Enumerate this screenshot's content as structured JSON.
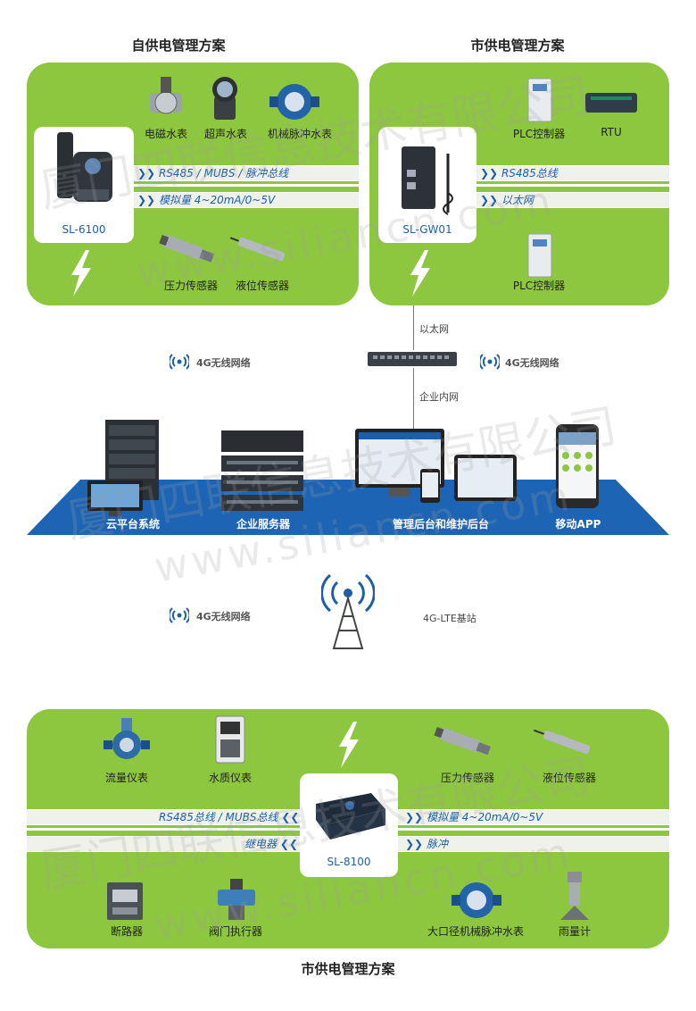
{
  "top_left": {
    "title": "自供电管理方案",
    "device": "SL-6100",
    "sensors_top": [
      "电磁水表",
      "超声水表",
      "机械脉冲水表"
    ],
    "sensors_bottom": [
      "压力传感器",
      "液位传感器"
    ],
    "bus1": "RS485 / MUBS / 脉冲总线",
    "bus2": "模拟量 4~20mA/0~5V"
  },
  "top_right": {
    "title": "市供电管理方案",
    "device": "SL-GW01",
    "devices_top": [
      "PLC控制器",
      "RTU"
    ],
    "devices_bottom": [
      "PLC控制器"
    ],
    "bus1": "RS485总线",
    "bus2": "以太网"
  },
  "middle": {
    "ethernet_label": "以太网",
    "intranet_label": "企业内网",
    "wireless_label": "4G无线网络",
    "platform_items": [
      "云平台系统",
      "企业服务器",
      "管理后台和维护后台",
      "移动APP"
    ],
    "base_station_label": "4G-LTE基站"
  },
  "bottom": {
    "title": "市供电管理方案",
    "device": "SL-8100",
    "top_left_items": [
      "流量仪表",
      "水质仪表"
    ],
    "top_right_items": [
      "压力传感器",
      "液位传感器"
    ],
    "bottom_left_items": [
      "断路器",
      "阀门执行器"
    ],
    "bottom_right_items": [
      "大口径机械脉冲水表",
      "雨量计"
    ],
    "bus_left1": "RS485总线 / MUBS总线",
    "bus_left2": "继电器",
    "bus_right1": "模拟量 4~20mA/0~5V",
    "bus_right2": "脉冲"
  },
  "watermark": {
    "cn": "厦门四联信息技术有限公司",
    "en": "www.siliancn.com"
  },
  "colors": {
    "panel_green": "#8dc63f",
    "accent_blue": "#1d5ea8",
    "platform_blue": "#1e64b4"
  }
}
